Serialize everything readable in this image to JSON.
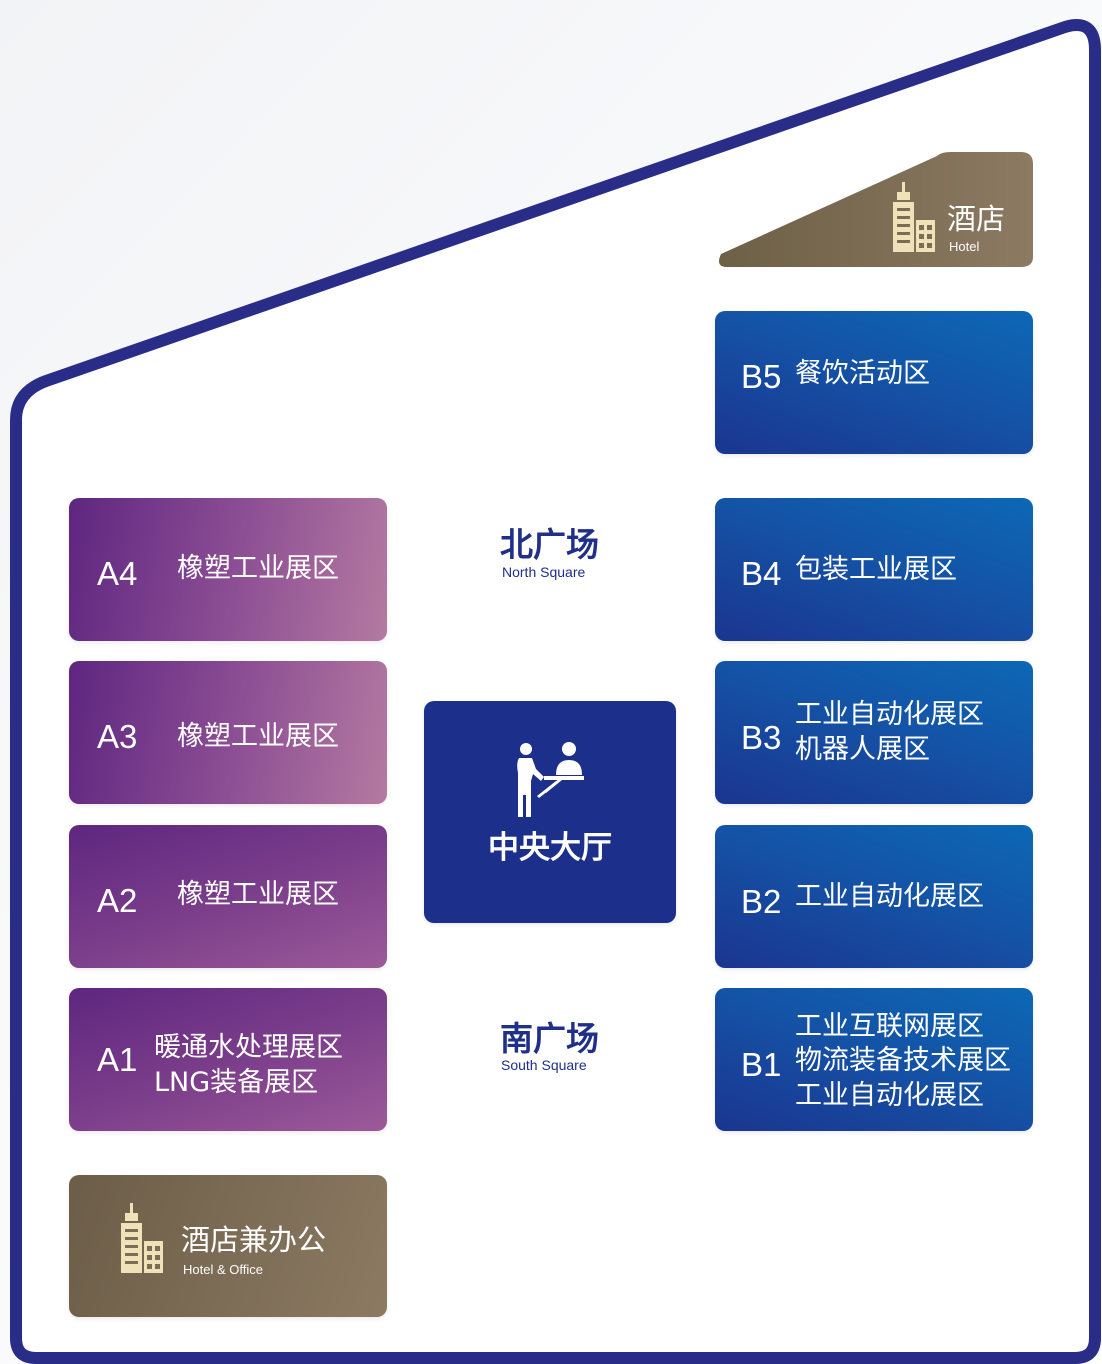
{
  "colors": {
    "outline": "#2a2d88",
    "hall_a": "#7a3d8a",
    "hall_b": "#1453a6",
    "lobby": "#1c2f8a",
    "hotel": "#7d6d57",
    "plaza_text": "#1f2f8a"
  },
  "hotel_top": {
    "cn": "酒店",
    "en": "Hotel",
    "icon": "building-icon"
  },
  "halls_b": [
    {
      "code": "B5",
      "lines": [
        "餐饮活动区"
      ]
    },
    {
      "code": "B4",
      "lines": [
        "包装工业展区"
      ]
    },
    {
      "code": "B3",
      "lines": [
        "工业自动化展区",
        "机器人展区"
      ]
    },
    {
      "code": "B2",
      "lines": [
        "工业自动化展区"
      ]
    },
    {
      "code": "B1",
      "lines": [
        "工业互联网展区",
        "物流装备技术展区",
        "工业自动化展区"
      ]
    }
  ],
  "halls_a": [
    {
      "code": "A4",
      "lines": [
        "橡塑工业展区"
      ]
    },
    {
      "code": "A3",
      "lines": [
        "橡塑工业展区"
      ]
    },
    {
      "code": "A2",
      "lines": [
        "橡塑工业展区"
      ]
    },
    {
      "code": "A1",
      "lines": [
        "暖通水处理展区",
        "LNG装备展区"
      ]
    }
  ],
  "north_square": {
    "cn": "北广场",
    "en": "North Square"
  },
  "south_square": {
    "cn": "南广场",
    "en": "South Square"
  },
  "central_hall": {
    "cn": "中央大厅",
    "icon": "reception-desk-icon"
  },
  "hotel_office": {
    "cn": "酒店兼办公",
    "en": "Hotel & Office",
    "icon": "building-icon"
  }
}
